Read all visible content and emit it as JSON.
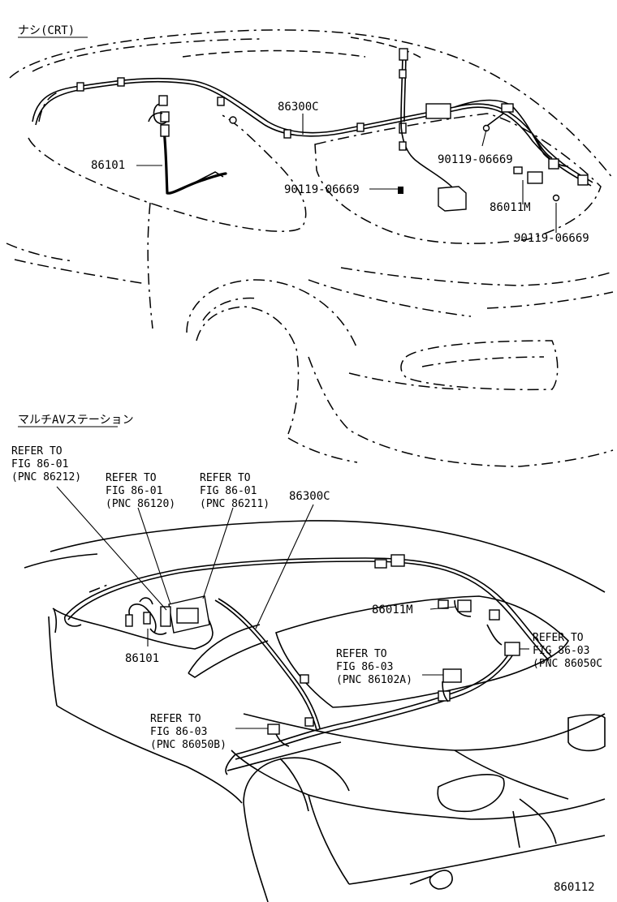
{
  "sections": {
    "top": {
      "title": "ナシ(CRT)"
    },
    "bottom": {
      "title": "マルチAVステーション"
    }
  },
  "top_labels": {
    "harness_roof": "86300C",
    "antenna_feeder": "86101",
    "bolt_left": "90119-06669",
    "bolt_right_upper": "90119-06669",
    "bolt_right_lower": "90119-06669",
    "amplifier": "86011M"
  },
  "bottom_labels": {
    "ref_a": {
      "line1": "REFER TO",
      "line2": "FIG 86-01",
      "line3": "(PNC 86212)"
    },
    "ref_b": {
      "line1": "REFER TO",
      "line2": "FIG 86-01",
      "line3": "(PNC 86120)"
    },
    "ref_c": {
      "line1": "REFER TO",
      "line2": "FIG 86-01",
      "line3": "(PNC 86211)"
    },
    "harness_roof": "86300C",
    "amplifier": "86011M",
    "antenna_feeder": "86101",
    "ref_d": {
      "line1": "REFER TO",
      "line2": "FIG 86-03",
      "line3": "(PNC 86102A)"
    },
    "ref_e": {
      "line1": "REFER TO",
      "line2": "FIG 86-03",
      "line3": "(PNC 86050C"
    },
    "ref_f": {
      "line1": "REFER TO",
      "line2": "FIG 86-03",
      "line3": "(PNC 86050B)"
    }
  },
  "figure_number": "860112"
}
